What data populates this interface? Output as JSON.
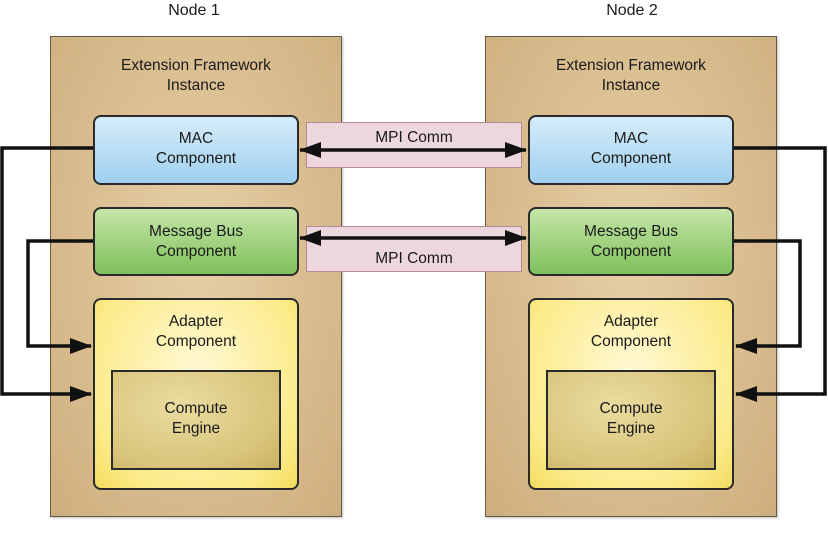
{
  "node1": {
    "title": "Node 1",
    "framework_title_line1": "Extension Framework",
    "framework_title_line2": "Instance",
    "mac_line1": "MAC",
    "mac_line2": "Component",
    "bus_line1": "Message Bus",
    "bus_line2": "Component",
    "adapter_line1": "Adapter",
    "adapter_line2": "Component",
    "engine_line1": "Compute",
    "engine_line2": "Engine"
  },
  "node2": {
    "title": "Node 2",
    "framework_title_line1": "Extension Framework",
    "framework_title_line2": "Instance",
    "mac_line1": "MAC",
    "mac_line2": "Component",
    "bus_line1": "Message Bus",
    "bus_line2": "Component",
    "adapter_line1": "Adapter",
    "adapter_line2": "Component",
    "engine_line1": "Compute",
    "engine_line2": "Engine"
  },
  "links": {
    "mac_comm": "MPI Comm",
    "bus_comm": "MPI Comm"
  },
  "colors": {
    "node_bg": "#d6b98a",
    "mac": "#9fd0f0",
    "bus": "#7ec05a",
    "adapter": "#fbeb8a",
    "engine": "#d8c47a",
    "mpi_band": "#ecd7dd"
  }
}
